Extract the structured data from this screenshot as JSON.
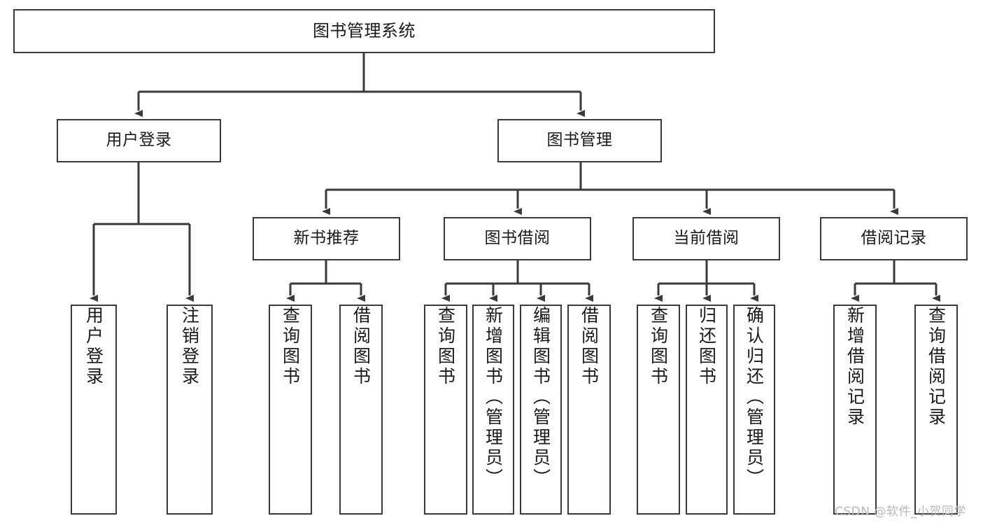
{
  "diagram": {
    "title_node": "图书管理系统",
    "type": "tree-hierarchy-diagram",
    "level2": [
      {
        "id": "user-login",
        "label": "用户登录"
      },
      {
        "id": "book-management",
        "label": "图书管理"
      }
    ],
    "level3": [
      {
        "id": "new-book-recommend",
        "label": "新书推荐"
      },
      {
        "id": "book-borrow",
        "label": "图书借阅"
      },
      {
        "id": "current-borrow",
        "label": "当前借阅"
      },
      {
        "id": "borrow-record",
        "label": "借阅记录"
      }
    ],
    "leaves": {
      "user_login": [
        {
          "id": "leaf-user-login",
          "label": "用户登录"
        },
        {
          "id": "leaf-logout-login",
          "label": "注销登录"
        }
      ],
      "new_book_recommend": [
        {
          "id": "leaf-query-book-1",
          "label": "查询图书"
        },
        {
          "id": "leaf-borrow-book-1",
          "label": "借阅图书"
        }
      ],
      "book_borrow": [
        {
          "id": "leaf-query-book-2",
          "label": "查询图书"
        },
        {
          "id": "leaf-add-book-admin",
          "label": "新增图书（管理员）"
        },
        {
          "id": "leaf-edit-book-admin",
          "label": "编辑图书（管理员）"
        },
        {
          "id": "leaf-borrow-book-2",
          "label": "借阅图书"
        }
      ],
      "current_borrow": [
        {
          "id": "leaf-query-book-3",
          "label": "查询图书"
        },
        {
          "id": "leaf-return-book",
          "label": "归还图书"
        },
        {
          "id": "leaf-confirm-return-admin",
          "label": "确认归还（管理员）"
        }
      ],
      "borrow_record": [
        {
          "id": "leaf-add-borrow-record",
          "label": "新增借阅记录"
        },
        {
          "id": "leaf-query-borrow-record",
          "label": "查询借阅记录"
        }
      ]
    }
  },
  "watermark": {
    "text": "CSDN @软件_小贺同学"
  },
  "colors": {
    "stroke": "#3a3a3a",
    "background": "#ffffff",
    "text": "#1a1a1a",
    "watermark": "#b9b9b9"
  }
}
